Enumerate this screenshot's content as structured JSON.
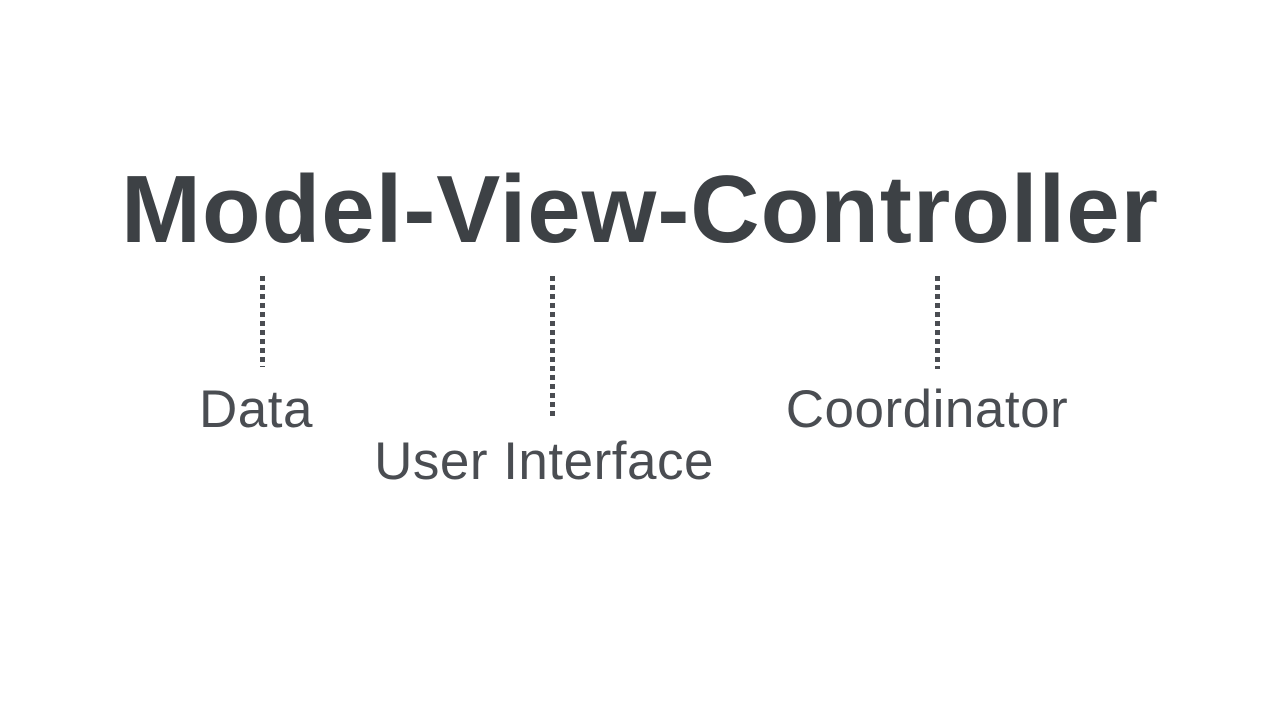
{
  "title": "Model-View-Controller",
  "colors": {
    "background": "#ffffff",
    "title": "#3d4145",
    "label": "#4a4d52",
    "connector": "#4a4d52"
  },
  "annotations": [
    {
      "term": "Model",
      "label": "Data"
    },
    {
      "term": "View",
      "label": "User Interface"
    },
    {
      "term": "Controller",
      "label": "Coordinator"
    }
  ]
}
